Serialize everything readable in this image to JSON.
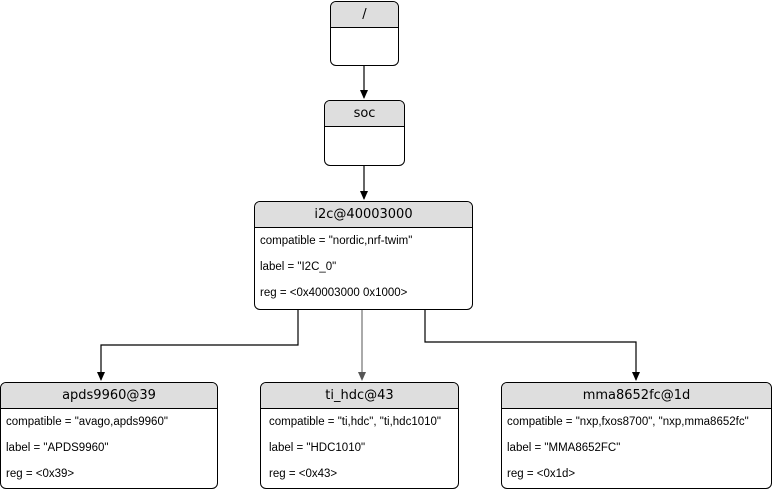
{
  "nodes": {
    "root": {
      "title": "/"
    },
    "soc": {
      "title": "soc"
    },
    "i2c": {
      "title": "i2c@40003000",
      "props": {
        "compatible": "compatible = \"nordic,nrf-twim\"",
        "label": "label = \"I2C_0\"",
        "reg": "reg = <0x40003000 0x1000>"
      }
    },
    "apds": {
      "title": "apds9960@39",
      "props": {
        "compatible": "compatible = \"avago,apds9960\"",
        "label": "label = \"APDS9960\"",
        "reg": "reg = <0x39>"
      }
    },
    "hdc": {
      "title": "ti_hdc@43",
      "props": {
        "compatible": "compatible = \"ti,hdc\", \"ti,hdc1010\"",
        "label": "label = \"HDC1010\"",
        "reg": "reg = <0x43>"
      }
    },
    "mma": {
      "title": "mma8652fc@1d",
      "props": {
        "compatible": "compatible = \"nxp,fxos8700\", \"nxp,mma8652fc\"",
        "label": "label = \"MMA8652FC\"",
        "reg": "reg = <0x1d>"
      }
    }
  },
  "colors": {
    "header_fill": "#dedede",
    "border": "#000000",
    "edge": "#000000",
    "edge_light": "#555555"
  }
}
